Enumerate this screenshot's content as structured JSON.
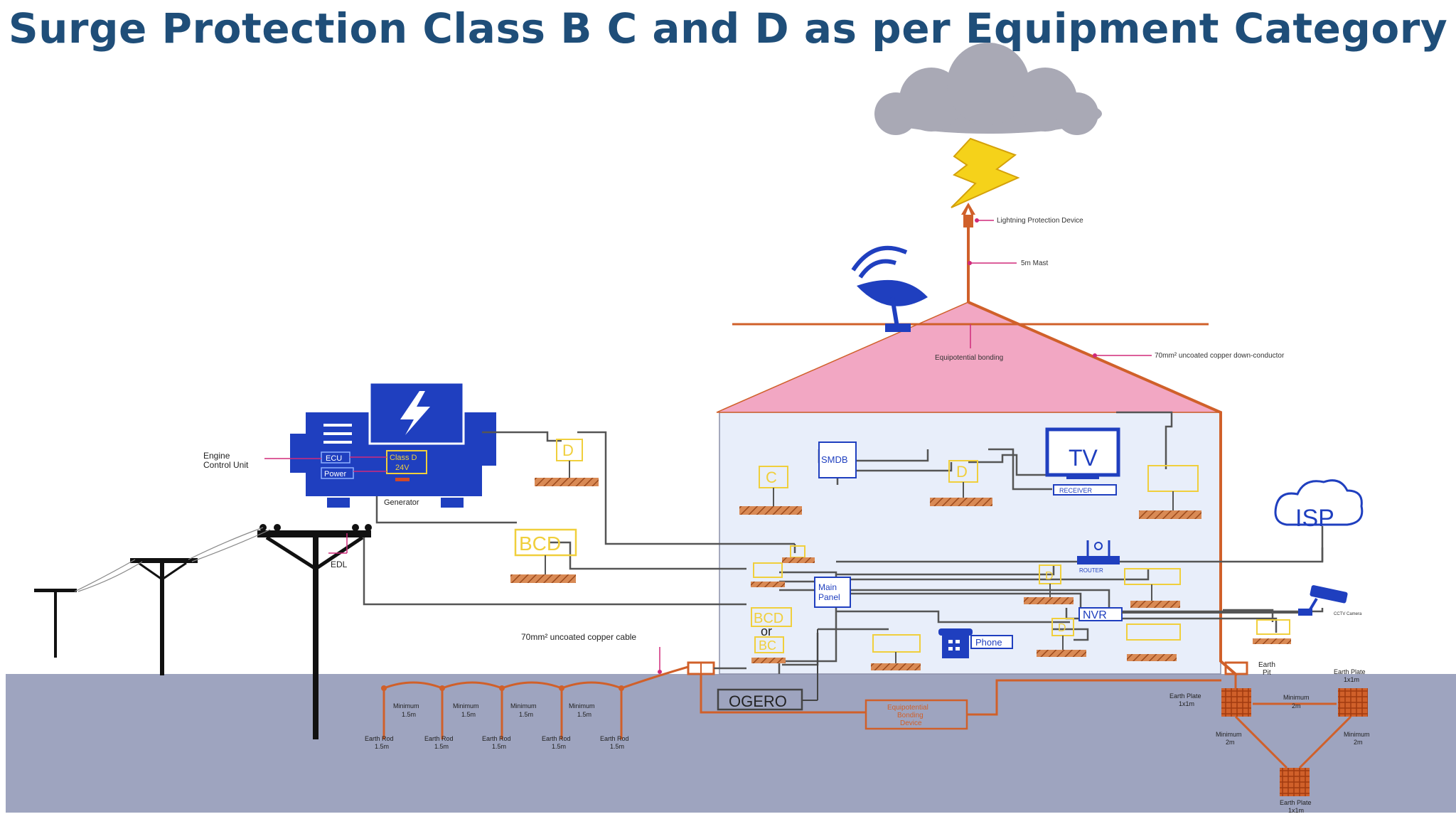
{
  "title": "Surge Protection Class B C and D as per Equipment Category",
  "labels": {
    "lpd": "Lightning Protection Device",
    "mast": "5m Mast",
    "conductor": "70mm² uncoated copper down-conductor",
    "equip_bonding_roof": "Equipotential bonding",
    "engine_unit_1": "Engine",
    "engine_unit_2": "Control Unit",
    "ecu": "ECU",
    "power": "Power",
    "class_d_1": "Class D",
    "class_d_2": "24V",
    "generator": "Generator",
    "edl": "EDL",
    "copper_cable": "70mm² uncoated copper cable",
    "spd_d": "D",
    "spd_c": "C",
    "spd_bcd": "BCD",
    "smdb": "SMDB",
    "tv": "TV",
    "receiver": "RECEIVER",
    "isp": "ISP",
    "router": "ROUTER",
    "main_panel_1": "Main",
    "main_panel_2": "Panel",
    "or": "or",
    "bc": "BC",
    "nvr": "NVR",
    "phone": "Phone",
    "ogero": "OGERO",
    "bonding_device_1": "Equipotential",
    "bonding_device_2": "Bonding",
    "bonding_device_3": "Device",
    "earth_pit_1": "Earth",
    "earth_pit_2": "Pit",
    "earth_plate": "Earth Plate",
    "plate_size": "1x1m",
    "minimum": "Minimum",
    "min_15": "1.5m",
    "min_2": "2m",
    "earth_rod": "Earth Rod",
    "rod_len": "1.5m",
    "cctv": "CCTV Camera"
  },
  "colors": {
    "title": "#1f4e79",
    "roof": "#f2a7c3",
    "house": "#e8eefa",
    "ground": "#9ea4bf",
    "earth_wire": "#d0602a",
    "spd": "#f0cf3c",
    "equipment": "#1f3fbf",
    "cloud": "#a9a9b5",
    "bolt": "#f5d21a"
  }
}
